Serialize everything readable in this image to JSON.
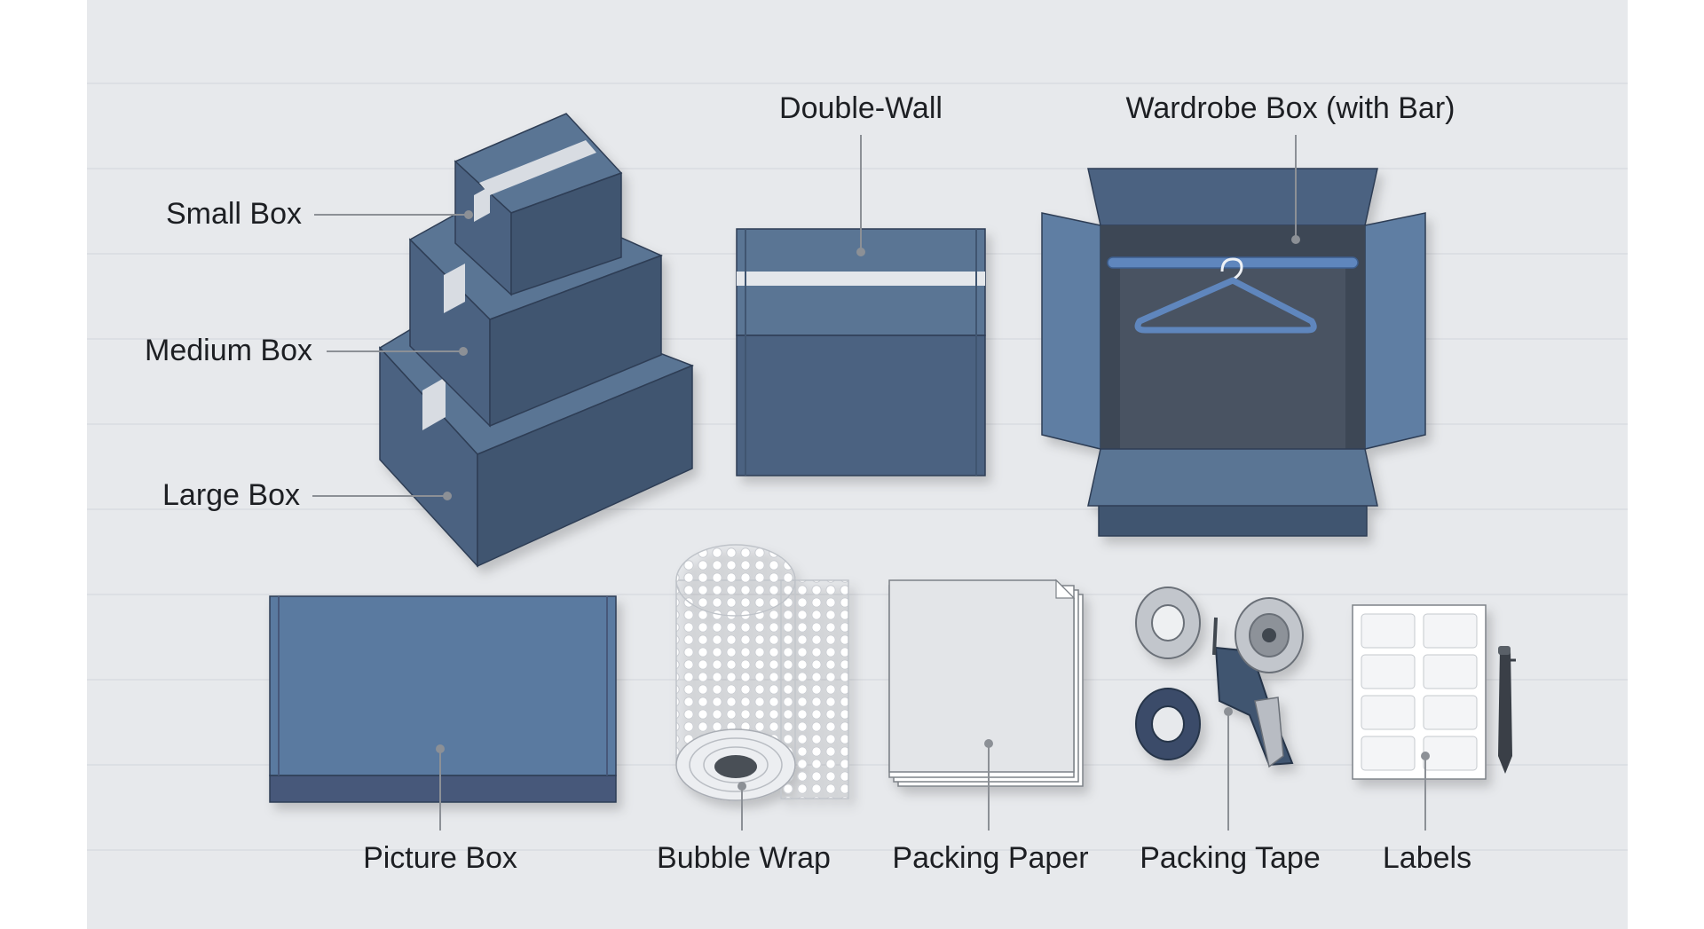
{
  "labels": {
    "small_box": "Small Box",
    "medium_box": "Medium Box",
    "large_box": "Large Box",
    "double_wall": "Double-Wall",
    "wardrobe_box": "Wardrobe Box (with Bar)",
    "picture_box": "Picture Box",
    "bubble_wrap": "Bubble Wrap",
    "packing_paper": "Packing Paper",
    "packing_tape": "Packing Tape",
    "labels_item": "Labels"
  },
  "colors": {
    "background": "#e7e9ec",
    "box_top": "#5a7494",
    "box_front": "#4b6281",
    "box_side": "#3f5470",
    "accent_blue": "#5f86bd",
    "tape": "#d8dce2",
    "leader": "#8c9096",
    "text": "#1d1f23"
  },
  "icons": {
    "box_stack": "box-stack-icon",
    "double_wall_box": "double-wall-box-icon",
    "wardrobe": "wardrobe-box-icon",
    "hanger": "hanger-icon",
    "picture_box": "picture-box-icon",
    "bubble_roll": "bubble-wrap-roll-icon",
    "paper": "paper-stack-icon",
    "tape_gun": "tape-dispenser-icon",
    "label_sheet": "label-sheet-icon",
    "pen": "pen-icon"
  }
}
